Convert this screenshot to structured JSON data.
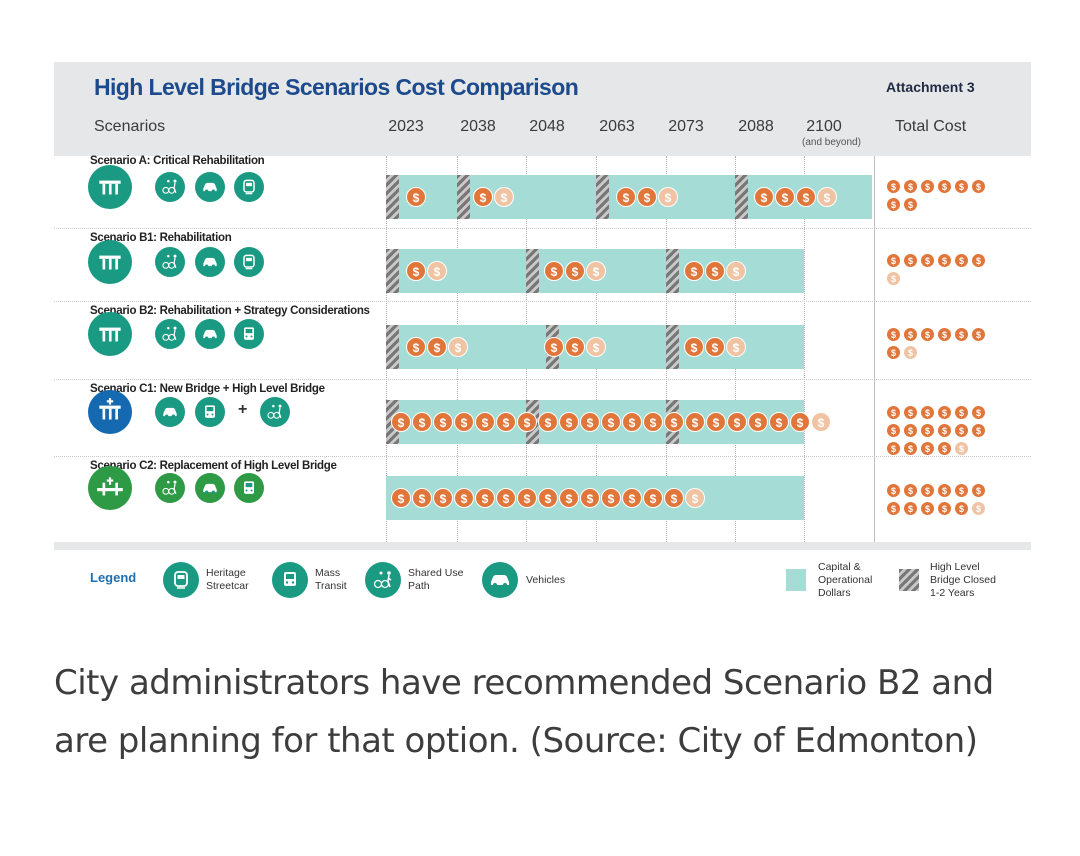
{
  "title": "High Level Bridge Scenarios Cost Comparison",
  "attachment": "Attachment 3",
  "header": {
    "scenarios": "Scenarios",
    "years": [
      "2023",
      "2038",
      "2048",
      "2063",
      "2073",
      "2088",
      "2100"
    ],
    "year_note": "(and beyond)",
    "total_cost": "Total Cost"
  },
  "scenarios": [
    {
      "label": "Scenario A: Critical Rehabilitation",
      "modes": [
        "heritage-bridge",
        "shared-use-path",
        "vehicles",
        "heritage-streetcar"
      ],
      "total_coins_full": 8,
      "total_coins_partial": 0
    },
    {
      "label": "Scenario B1: Rehabilitation",
      "modes": [
        "heritage-bridge",
        "shared-use-path",
        "vehicles",
        "heritage-streetcar"
      ],
      "total_coins_full": 6,
      "total_coins_partial": 1
    },
    {
      "label": "Scenario B2: Rehabilitation + Strategy Considerations",
      "modes": [
        "heritage-bridge",
        "shared-use-path",
        "vehicles",
        "mass-transit"
      ],
      "total_coins_full": 7,
      "total_coins_partial": 1
    },
    {
      "label": "Scenario C1: New Bridge + High Level Bridge",
      "modes": [
        "new-bridge",
        "vehicles",
        "mass-transit",
        "shared-use-path"
      ],
      "total_coins_full": 16,
      "total_coins_partial": 1
    },
    {
      "label": "Scenario C2: Replacement of High Level Bridge",
      "modes": [
        "replacement-bridge",
        "shared-use-path",
        "vehicles",
        "mass-transit"
      ],
      "total_coins_full": 11,
      "total_coins_partial": 1
    }
  ],
  "coin_symbol": "$",
  "legend": {
    "title": "Legend",
    "heritage_streetcar": "Heritage\nStreetcar",
    "mass_transit": "Mass\nTransit",
    "shared_use_path": "Shared Use\nPath",
    "vehicles": "Vehicles",
    "capital_operational": "Capital &\nOperational\nDollars",
    "bridge_closed": "High Level\nBridge Closed\n1-2 Years"
  },
  "caption": "City administrators have recommended Scenario B2 and are planning for that option. (Source: City of Edmonton)",
  "colors": {
    "title_blue": "#1c4a8c",
    "bar_teal": "#a6dcd6",
    "coin_orange": "#e0763a",
    "heritage_teal": "#1a9a82",
    "new_bridge_blue": "#1569b0",
    "replacement_green": "#2e9a45"
  }
}
